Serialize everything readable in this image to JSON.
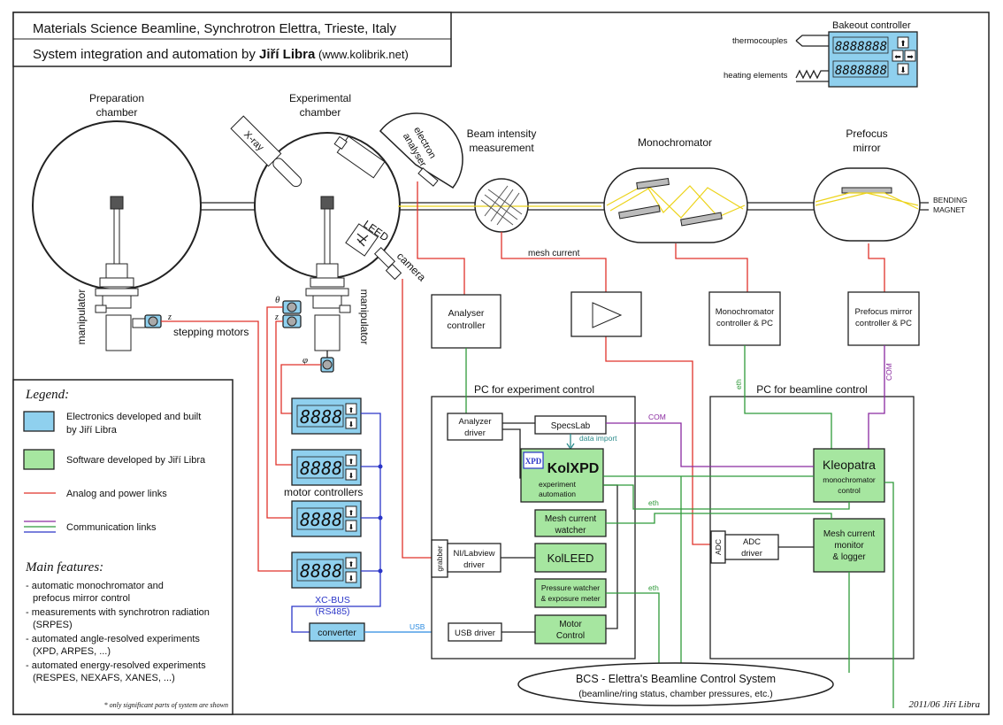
{
  "header": {
    "line1": "Materials Science Beamline, Synchrotron Elettra, Trieste, Italy",
    "line2_prefix": "System integration and automation by ",
    "line2_author": "Jiří Libra",
    "line2_suffix": " (www.kolibrik.net)"
  },
  "bakeout": {
    "title": "Bakeout controller",
    "thermocouples": "thermocouples",
    "heating": "heating elements",
    "digits": "8888888"
  },
  "chambers": {
    "prep_l1": "Preparation",
    "prep_l2": "chamber",
    "exp_l1": "Experimental",
    "exp_l2": "chamber",
    "xray": "X-ray",
    "analyser_l1": "electron",
    "analyser_l2": "analyser",
    "leed": "LEED",
    "camera": "camera",
    "manip_left": "manipulator",
    "manip_right": "manipulator",
    "stepping": "stepping motors",
    "z": "z",
    "theta": "θ",
    "phi": "φ"
  },
  "beamline": {
    "beam_l1": "Beam intensity",
    "beam_l2": "measurement",
    "mono": "Monochromator",
    "prefocus_l1": "Prefocus",
    "prefocus_l2": "mirror",
    "bending_l1": "BENDING",
    "bending_l2": "MAGNET",
    "mesh_current": "mesh current"
  },
  "controllers": {
    "analyser_l1": "Analyser",
    "analyser_l2": "controller",
    "mono_l1": "Monochromator",
    "mono_l2": "controller & PC",
    "prefocus_l1": "Prefocus mirror",
    "prefocus_l2": "controller & PC"
  },
  "motors": {
    "label": "motor controllers",
    "digits": "8888",
    "xcbus_l1": "XC-BUS",
    "xcbus_l2": "(RS485)",
    "converter": "converter",
    "usb": "USB"
  },
  "pc_exp": {
    "title": "PC for experiment control",
    "analyzer_driver_l1": "Analyzer",
    "analyzer_driver_l2": "driver",
    "specslab": "SpecsLab",
    "data_import": "data import",
    "kolxpd_logo": "XPD",
    "kolxpd": "KolXPD",
    "kolxpd_sub1": "experiment",
    "kolxpd_sub2": "automation",
    "mesh_watcher_l1": "Mesh current",
    "mesh_watcher_l2": "watcher",
    "grabber": "grabber",
    "nilabview_l1": "NI/Labview",
    "nilabview_l2": "driver",
    "kolleed": "KolLEED",
    "pressure_l1": "Pressure watcher",
    "pressure_l2": "& exposure meter",
    "usb_driver": "USB driver",
    "motor_control_l1": "Motor",
    "motor_control_l2": "Control"
  },
  "pc_bl": {
    "title": "PC for beamline control",
    "kleopatra": "Kleopatra",
    "kleopatra_sub1": "monochromator",
    "kleopatra_sub2": "control",
    "adc": "ADC",
    "adc_driver_l1": "ADC",
    "adc_driver_l2": "driver",
    "mesh_monitor_l1": "Mesh current",
    "mesh_monitor_l2": "monitor",
    "mesh_monitor_l3": "& logger"
  },
  "links": {
    "com": "COM",
    "eth": "eth"
  },
  "bcs": {
    "l1": "BCS - Elettra's Beamline Control System",
    "l2": "(beamline/ring status, chamber pressures, etc.)"
  },
  "legend": {
    "title": "Legend:",
    "electronics_l1": "Electronics developed and built",
    "electronics_l2": "by Jiří Libra",
    "software": "Software developed by Jiří Libra",
    "analog": "Analog and power links",
    "comm": "Communication links",
    "features_title": "Main features:",
    "features": [
      "- automatic monochromator and",
      "  prefocus mirror control",
      "- measurements with synchrotron radiation",
      "  (SRPES)",
      "- automated angle-resolved experiments",
      "  (XPD, ARPES, ...)",
      "- automated energy-resolved experiments",
      "  (RESPES, NEXAFS, XANES, ...)"
    ],
    "footnote": "* only significant parts of system are shown"
  },
  "footer": {
    "signature": "2011/06 Jiří Libra"
  },
  "colors": {
    "electronics": "#8fd0ee",
    "software": "#a6e6a0",
    "analog": "#e0332b",
    "comm_purple": "#8a2aa0",
    "comm_green": "#2f9a3a",
    "comm_blue": "#2a35c8",
    "beam": "#ecd31a"
  }
}
